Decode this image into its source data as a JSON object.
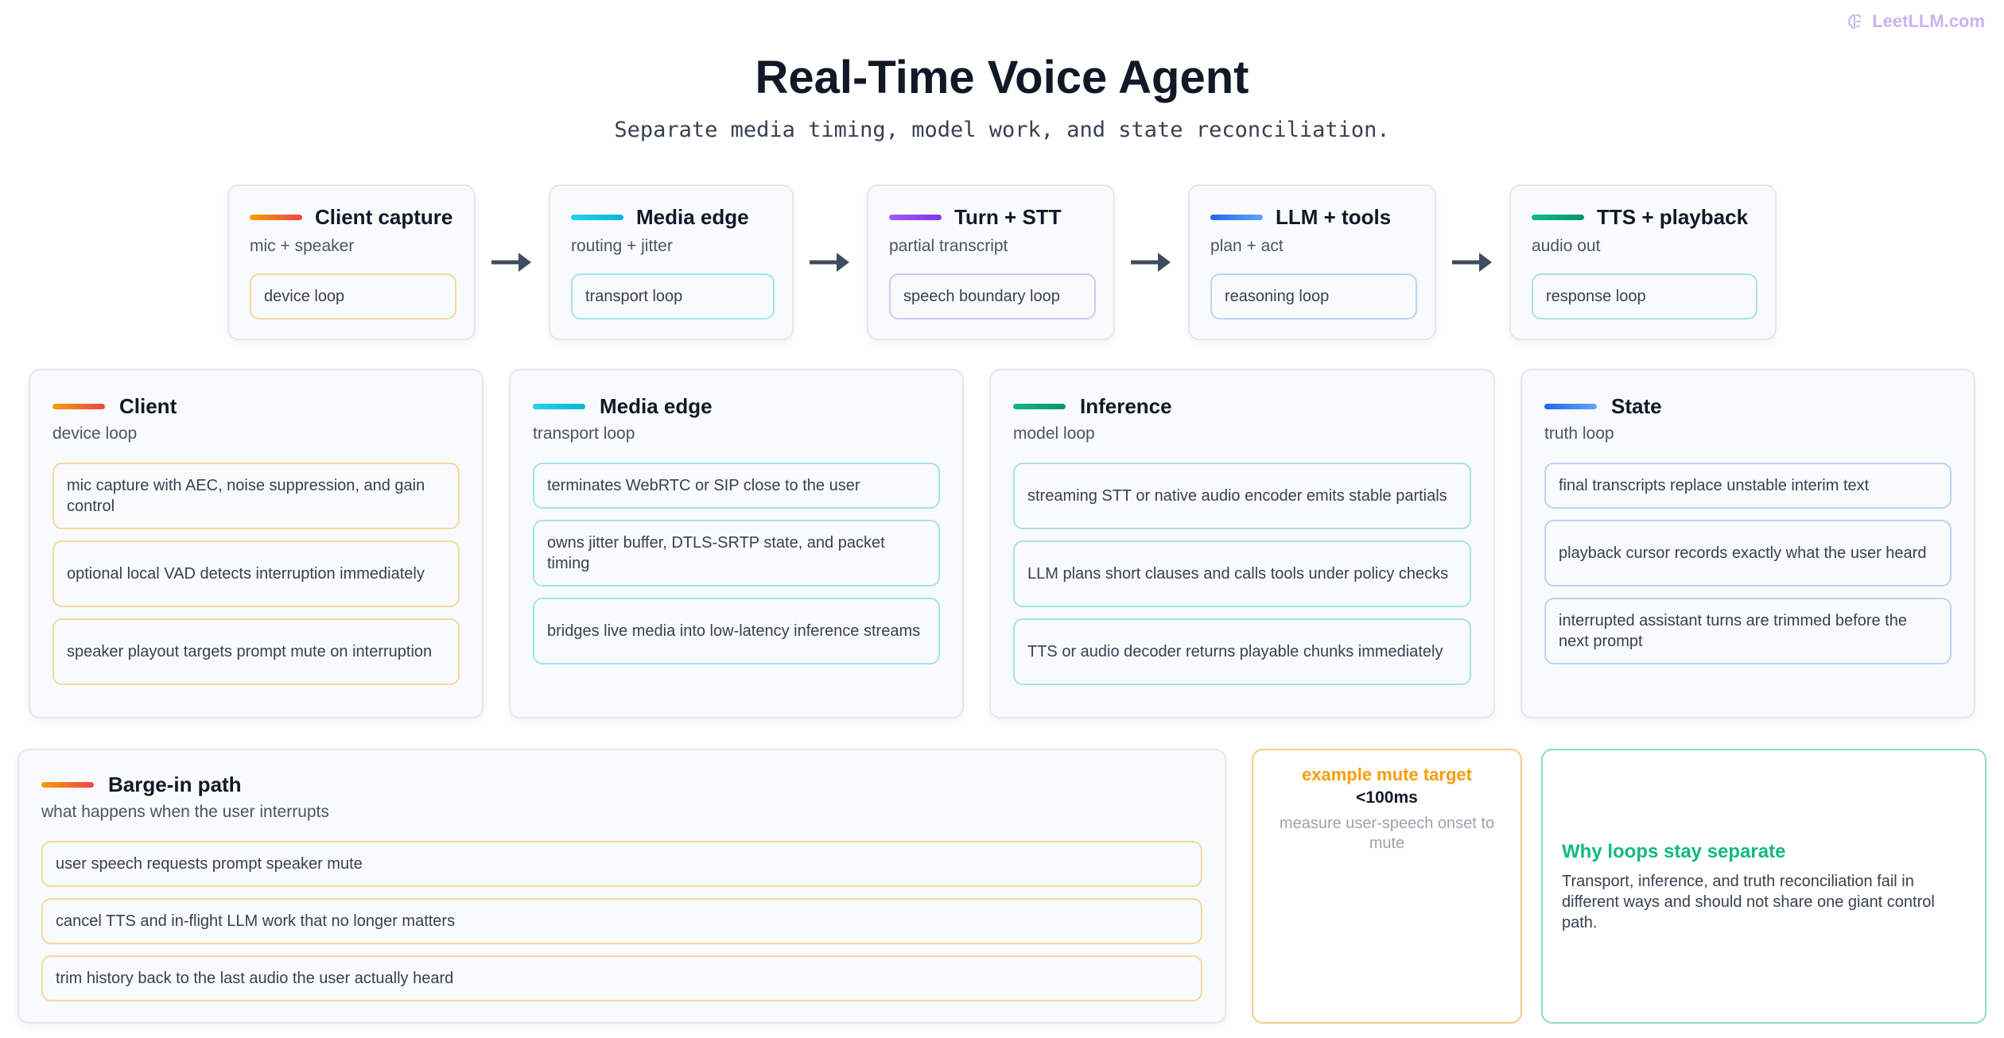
{
  "brand": {
    "text": "LeetLLM.com",
    "icon": "brain-icon"
  },
  "title": "Real-Time Voice Agent",
  "subtitle": "Separate media timing, model work, and state reconciliation.",
  "pipeline": [
    {
      "title": "Client capture",
      "sub": "mic + speaker",
      "loop": "device loop",
      "accent": "orange"
    },
    {
      "title": "Media edge",
      "sub": "routing + jitter",
      "loop": "transport loop",
      "accent": "cyan"
    },
    {
      "title": "Turn + STT",
      "sub": "partial transcript",
      "loop": "speech boundary loop",
      "accent": "purple"
    },
    {
      "title": "LLM + tools",
      "sub": "plan + act",
      "loop": "reasoning loop",
      "accent": "blue"
    },
    {
      "title": "TTS + playback",
      "sub": "audio out",
      "loop": "response loop",
      "accent": "green"
    }
  ],
  "arrow_icon": "arrow-right-icon",
  "loops": [
    {
      "title": "Client",
      "sub": "device loop",
      "accent": "orange",
      "items": [
        "mic capture with AEC, noise suppression, and gain control",
        "optional local VAD detects interruption immediately",
        "speaker playout targets prompt mute on interruption"
      ]
    },
    {
      "title": "Media edge",
      "sub": "transport loop",
      "accent": "cyan",
      "items": [
        "terminates WebRTC or SIP close to the user",
        "owns jitter buffer, DTLS-SRTP state, and packet timing",
        "bridges live media into low-latency inference streams"
      ]
    },
    {
      "title": "Inference",
      "sub": "model loop",
      "accent": "green",
      "items": [
        "streaming STT or native audio encoder emits stable partials",
        "LLM plans short clauses and calls tools under policy checks",
        "TTS or audio decoder returns playable chunks immediately"
      ]
    },
    {
      "title": "State",
      "sub": "truth loop",
      "accent": "blue",
      "items": [
        "final transcripts replace unstable interim text",
        "playback cursor records exactly what the user heard",
        "interrupted assistant turns are trimmed before the next prompt"
      ]
    }
  ],
  "barge": {
    "title": "Barge-in path",
    "sub": "what happens when the user interrupts",
    "items": [
      "user speech requests prompt speaker mute",
      "cancel TTS and in-flight LLM work that no longer matters",
      "trim history back to the last audio the user actually heard"
    ]
  },
  "stat": {
    "title": "example mute target",
    "value": "<100ms",
    "desc": "measure user-speech onset to mute"
  },
  "why": {
    "title": "Why loops stay separate",
    "body": "Transport, inference, and truth reconciliation fail in different ways and should not share one giant control path."
  }
}
